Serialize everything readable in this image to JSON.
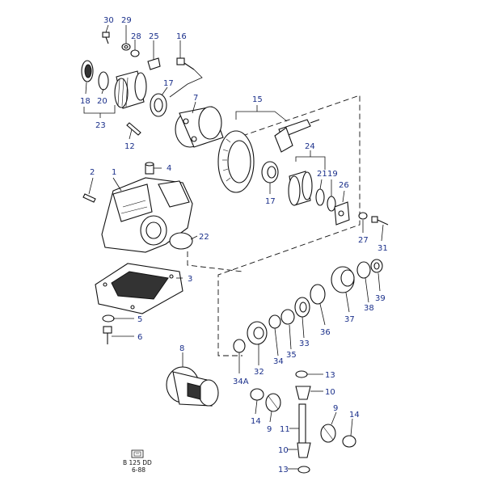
{
  "diagram": {
    "callouts": [
      {
        "id": "c30",
        "label": "30"
      },
      {
        "id": "c29",
        "label": "29"
      },
      {
        "id": "c28",
        "label": "28"
      },
      {
        "id": "c25",
        "label": "25"
      },
      {
        "id": "c16",
        "label": "16"
      },
      {
        "id": "c17a",
        "label": "17"
      },
      {
        "id": "c7",
        "label": "7"
      },
      {
        "id": "c15",
        "label": "15"
      },
      {
        "id": "c18",
        "label": "18"
      },
      {
        "id": "c20",
        "label": "20"
      },
      {
        "id": "c23",
        "label": "23"
      },
      {
        "id": "c12",
        "label": "12"
      },
      {
        "id": "c4",
        "label": "4"
      },
      {
        "id": "c2",
        "label": "2"
      },
      {
        "id": "c1",
        "label": "1"
      },
      {
        "id": "c24",
        "label": "24"
      },
      {
        "id": "c21",
        "label": "21"
      },
      {
        "id": "c19",
        "label": "19"
      },
      {
        "id": "c17b",
        "label": "17"
      },
      {
        "id": "c26",
        "label": "26"
      },
      {
        "id": "c22",
        "label": "22"
      },
      {
        "id": "c27",
        "label": "27"
      },
      {
        "id": "c31",
        "label": "31"
      },
      {
        "id": "c3",
        "label": "3"
      },
      {
        "id": "c5",
        "label": "5"
      },
      {
        "id": "c6",
        "label": "6"
      },
      {
        "id": "c39",
        "label": "39"
      },
      {
        "id": "c38",
        "label": "38"
      },
      {
        "id": "c37",
        "label": "37"
      },
      {
        "id": "c36",
        "label": "36"
      },
      {
        "id": "c33",
        "label": "33"
      },
      {
        "id": "c35",
        "label": "35"
      },
      {
        "id": "c34",
        "label": "34"
      },
      {
        "id": "c32",
        "label": "32"
      },
      {
        "id": "c34A",
        "label": "34A"
      },
      {
        "id": "c8",
        "label": "8"
      },
      {
        "id": "c13a",
        "label": "13"
      },
      {
        "id": "c10a",
        "label": "10"
      },
      {
        "id": "c14a",
        "label": "14"
      },
      {
        "id": "c9a",
        "label": "9"
      },
      {
        "id": "c11",
        "label": "11"
      },
      {
        "id": "c9b",
        "label": "9"
      },
      {
        "id": "c14b",
        "label": "14"
      },
      {
        "id": "c10b",
        "label": "10"
      },
      {
        "id": "c13b",
        "label": "13"
      }
    ],
    "drawing_code": {
      "line1": "B 125 DD",
      "line2": "6-88"
    }
  }
}
